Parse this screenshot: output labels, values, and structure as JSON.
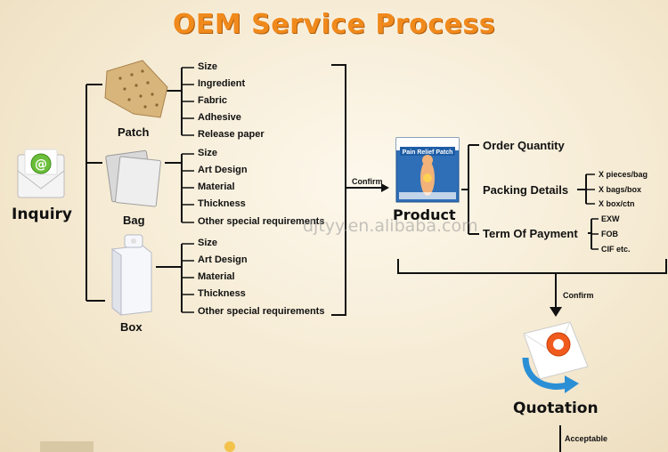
{
  "title": "OEM Service Process",
  "inquiry": {
    "label": "Inquiry"
  },
  "products": [
    {
      "label": "Patch",
      "specs": [
        "Size",
        "Ingredient",
        "Fabric",
        "Adhesive",
        "Release paper"
      ]
    },
    {
      "label": "Bag",
      "specs": [
        "Size",
        "Art Design",
        "Material",
        "Thickness",
        "Other special requirements"
      ]
    },
    {
      "label": "Box",
      "specs": [
        "Size",
        "Art Design",
        "Material",
        "Thickness",
        "Other special requirements"
      ]
    }
  ],
  "confirm_label": "Confirm",
  "product": {
    "label": "Product",
    "box_text": "Pain Relief Patch"
  },
  "order": {
    "quantity": "Order Quantity",
    "packing": {
      "label": "Packing Details",
      "options": [
        "X pieces/bag",
        "X bags/box",
        "X box/ctn"
      ]
    },
    "payment": {
      "label": "Term Of Payment",
      "options": [
        "EXW",
        "FOB",
        "CIF etc."
      ]
    }
  },
  "confirm2_label": "Confirm",
  "quotation": {
    "label": "Quotation"
  },
  "acceptable_label": "Acceptable",
  "watermark": "djtyy.en.alibaba.com"
}
